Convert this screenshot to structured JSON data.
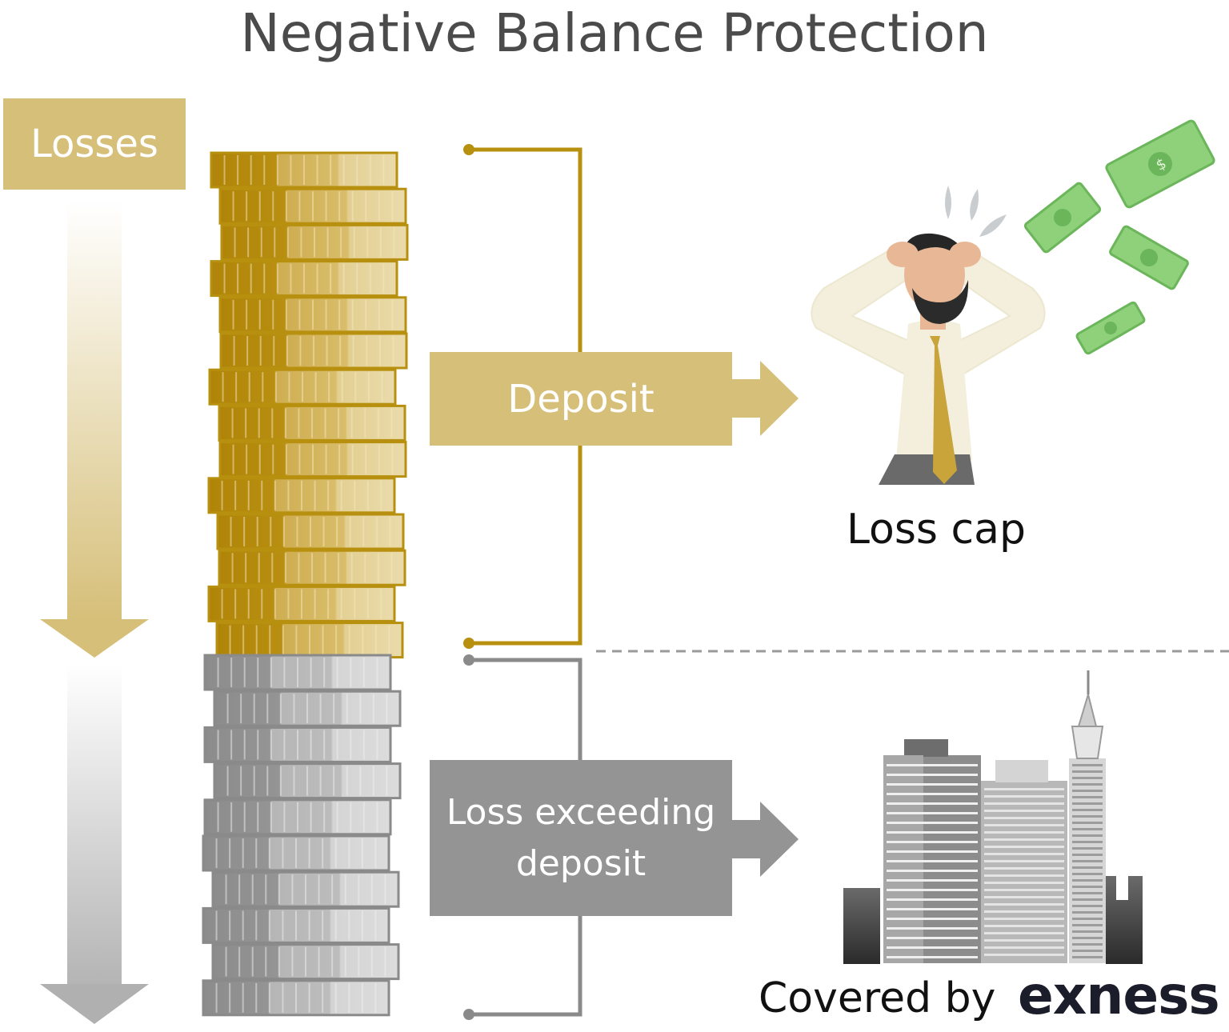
{
  "title": "Negative Balance Protection",
  "losses_label": "Losses",
  "deposit_label": "Deposit",
  "exceed_label_line1": "Loss exceeding",
  "exceed_label_line2": "deposit",
  "loss_cap_label": "Loss cap",
  "covered_label": "Covered by",
  "brand_name": "exness",
  "colors": {
    "gold": "#d6bf79",
    "gold_dark": "#b8900f",
    "grey": "#949494",
    "grey_dark": "#8a8a8a",
    "money_green": "#8fd07a"
  },
  "icons": {
    "person": "stressed-businessman-icon",
    "money": "flying-banknotes-icon",
    "buildings": "city-buildings-icon"
  }
}
